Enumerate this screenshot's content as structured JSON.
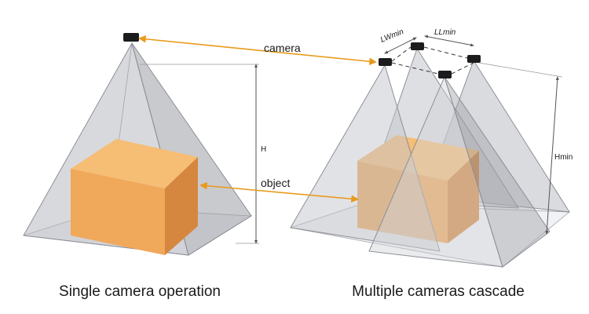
{
  "labels": {
    "camera": "camera",
    "object": "object",
    "height": "H",
    "height_min": "Hmin",
    "lw_min": "LWmin",
    "ll_min": "LLmin"
  },
  "captions": {
    "left": "Single camera operation",
    "right": "Multiple cameras cascade"
  },
  "colors": {
    "arrow": "#e89a1c",
    "box_front": "#f0a85a",
    "box_top": "#f6bd75",
    "box_side": "#d6873f",
    "pyramid": "#9ea0a8",
    "camera": "#1c1c1c"
  }
}
